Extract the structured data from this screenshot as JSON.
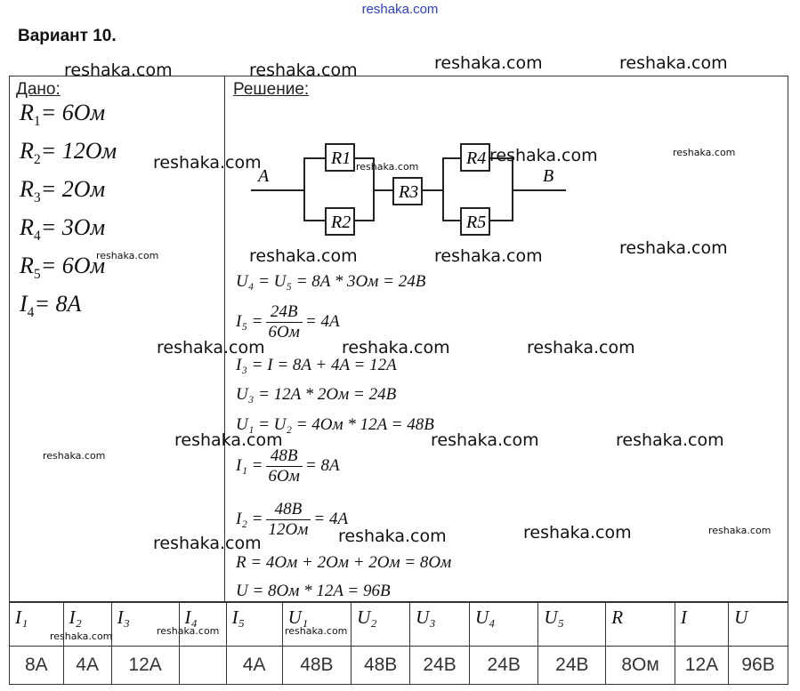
{
  "site": "reshaka.com",
  "title": "Вариант 10.",
  "given": {
    "heading": "Дано:",
    "items": [
      [
        "R",
        "1",
        "= 6Ом"
      ],
      [
        "R",
        "2",
        "= 12Ом"
      ],
      [
        "R",
        "3",
        "= 2Ом"
      ],
      [
        "R",
        "4",
        "= 3Ом"
      ],
      [
        "R",
        "5",
        "= 6Ом"
      ],
      [
        "I",
        "4",
        "= 8A"
      ]
    ]
  },
  "solution": {
    "heading": "Решение:",
    "circuit": {
      "a": "A",
      "b": "B",
      "r1": "R1",
      "r2": "R2",
      "r3": "R3",
      "r4": "R4",
      "r5": "R5"
    },
    "lines": [
      "U₄ = U₅ = 8A * 3Ом = 24B",
      "I₃ = I = 8A + 4A = 12A",
      "U₃ = 12A * 2Ом = 24B",
      "U₁ = U₂ = 4Ом * 12A = 48B",
      "R = 4Ом + 2Ом + 2Ом = 8Ом",
      "U = 8Ом * 12A = 96B"
    ],
    "fractions": [
      {
        "lhs": "I₅ =",
        "num": "24B",
        "den": "6Ом",
        "rhs": "= 4A"
      },
      {
        "lhs": "I₁ =",
        "num": "48B",
        "den": "6Ом",
        "rhs": "= 8A"
      },
      {
        "lhs": "I₂ =",
        "num": "48B",
        "den": "12Ом",
        "rhs": "= 4A"
      }
    ]
  },
  "table": {
    "headers": [
      "I₁",
      "I₂",
      "I₃",
      "I₄",
      "I₅",
      "U₁",
      "U₂",
      "U₃",
      "U₄",
      "U₅",
      "R",
      "I",
      "U"
    ],
    "values": [
      "8A",
      "4A",
      "12A",
      "",
      "4A",
      "48B",
      "48B",
      "24B",
      "24B",
      "24B",
      "8Ом",
      "12A",
      "96B"
    ]
  },
  "watermarks": [
    "reshaka.com",
    "reshaka.com",
    "reshaka.com",
    "reshaka.com",
    "reshaka.com",
    "reshaka.com",
    "reshaka.com",
    "reshaka.com",
    "reshaka.com",
    "reshaka.com",
    "reshaka.com",
    "reshaka.com",
    "reshaka.com",
    "reshaka.com",
    "reshaka.com",
    "reshaka.com",
    "reshaka.com",
    "reshaka.com",
    "reshaka.com",
    "reshaka.com",
    "reshaka.com",
    "reshaka.com",
    "reshaka.com",
    "reshaka.com",
    "reshaka.com",
    "reshaka.com"
  ]
}
